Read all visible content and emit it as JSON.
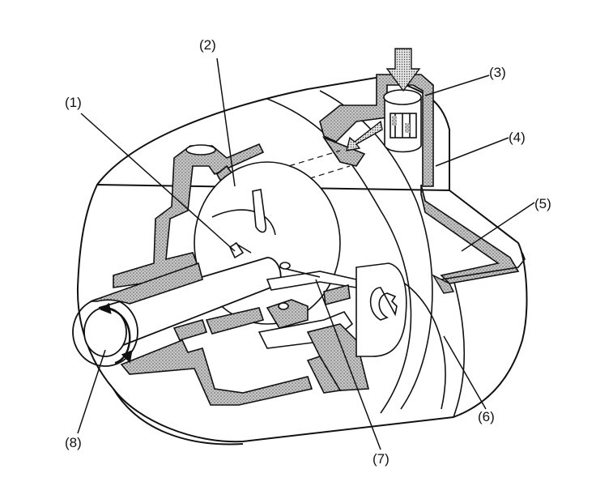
{
  "diagram": {
    "labels": {
      "l1": "(1)",
      "l2": "(2)",
      "l3": "(3)",
      "l4": "(4)",
      "l5": "(5)",
      "l6": "(6)",
      "l7": "(7)",
      "l8": "(8)"
    },
    "colors": {
      "line": "#111111",
      "section": "#9a9a9a",
      "paper": "#ffffff"
    }
  }
}
